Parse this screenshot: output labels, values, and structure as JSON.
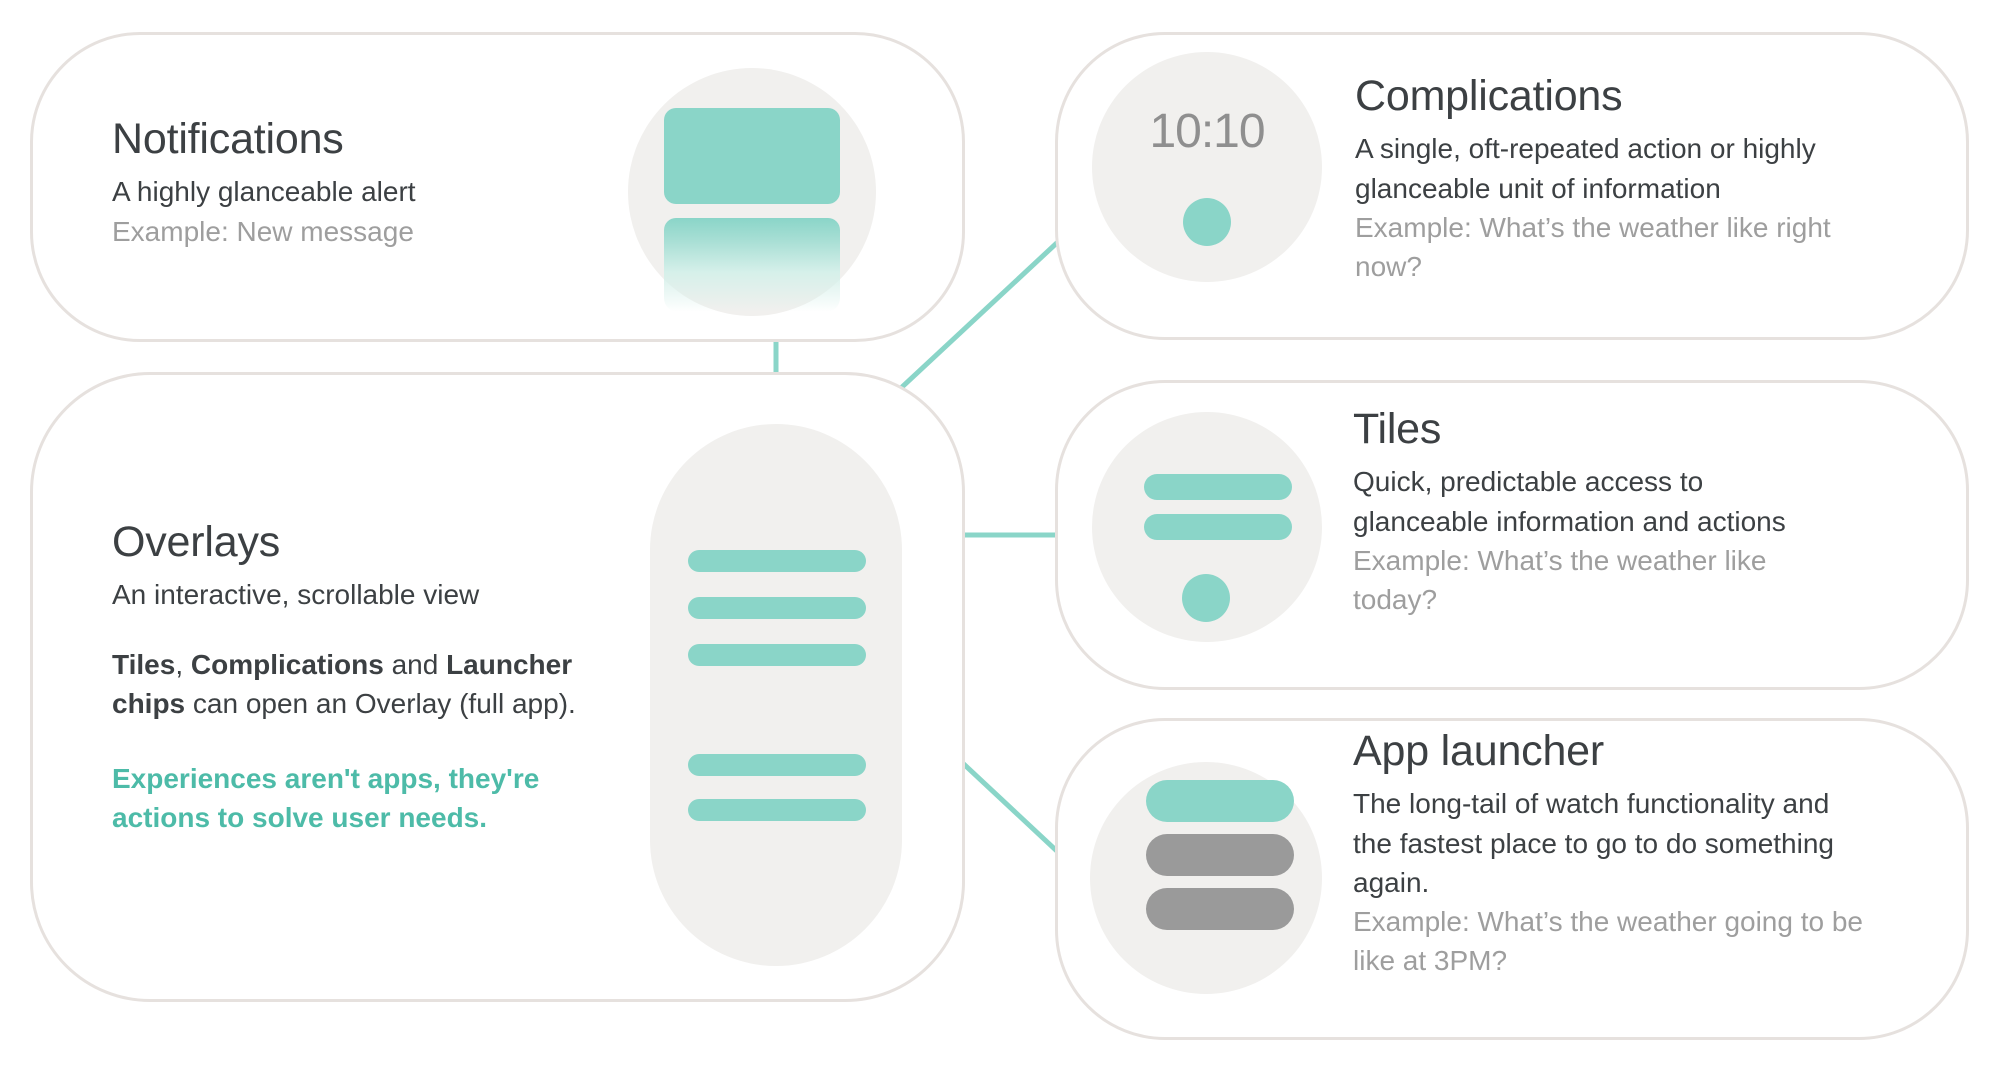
{
  "theme": {
    "accent_teal": "#8AD5C8",
    "accent_teal_text": "#4DBBA8",
    "glyph_bg": "#F1F0EE",
    "card_border": "#E6E1DE",
    "text_primary": "#3C4043",
    "text_muted": "#9E9E9E",
    "chip_gray": "#9A9A9A",
    "page_bg": "#FFFFFF"
  },
  "cards": {
    "notifications": {
      "title": "Notifications",
      "description": "A highly glanceable alert",
      "example": "Example:  New message"
    },
    "overlays": {
      "title": "Overlays",
      "description": "An interactive, scrollable view",
      "body_parts": {
        "b1": "Tiles",
        "sep1": ", ",
        "b2": "Complications",
        "sep2": " and ",
        "b3": "Launcher chips",
        "tail": " can open an Overlay (full app)."
      },
      "accent": "Experiences aren't apps, they're actions to solve user needs."
    },
    "complications": {
      "title": "Complications",
      "description": "A single, oft-repeated action or highly glanceable unit of information",
      "example": "Example:  What’s the weather like right now?",
      "clock": "10:10"
    },
    "tiles": {
      "title": "Tiles",
      "description": "Quick, predictable access to glanceable information and actions",
      "example": "Example: What’s the weather like today?"
    },
    "launcher": {
      "title": "App launcher",
      "description": "The long-tail of watch functionality and the fastest place to go to do something again.",
      "example": "Example:  What’s the weather going to be like at 3PM?"
    }
  },
  "arrows": [
    {
      "name": "notifications-to-overlay",
      "from": "notifications-glyph",
      "to": "overlay-glyph",
      "direction": "down"
    },
    {
      "name": "complications-to-overlay",
      "from": "complications-glyph",
      "to": "overlay-glyph",
      "direction": "down-left"
    },
    {
      "name": "tiles-to-overlay",
      "from": "tiles-glyph",
      "to": "overlay-glyph",
      "direction": "left"
    },
    {
      "name": "launcher-to-overlay",
      "from": "launcher-glyph",
      "to": "overlay-glyph",
      "direction": "up-left"
    }
  ]
}
